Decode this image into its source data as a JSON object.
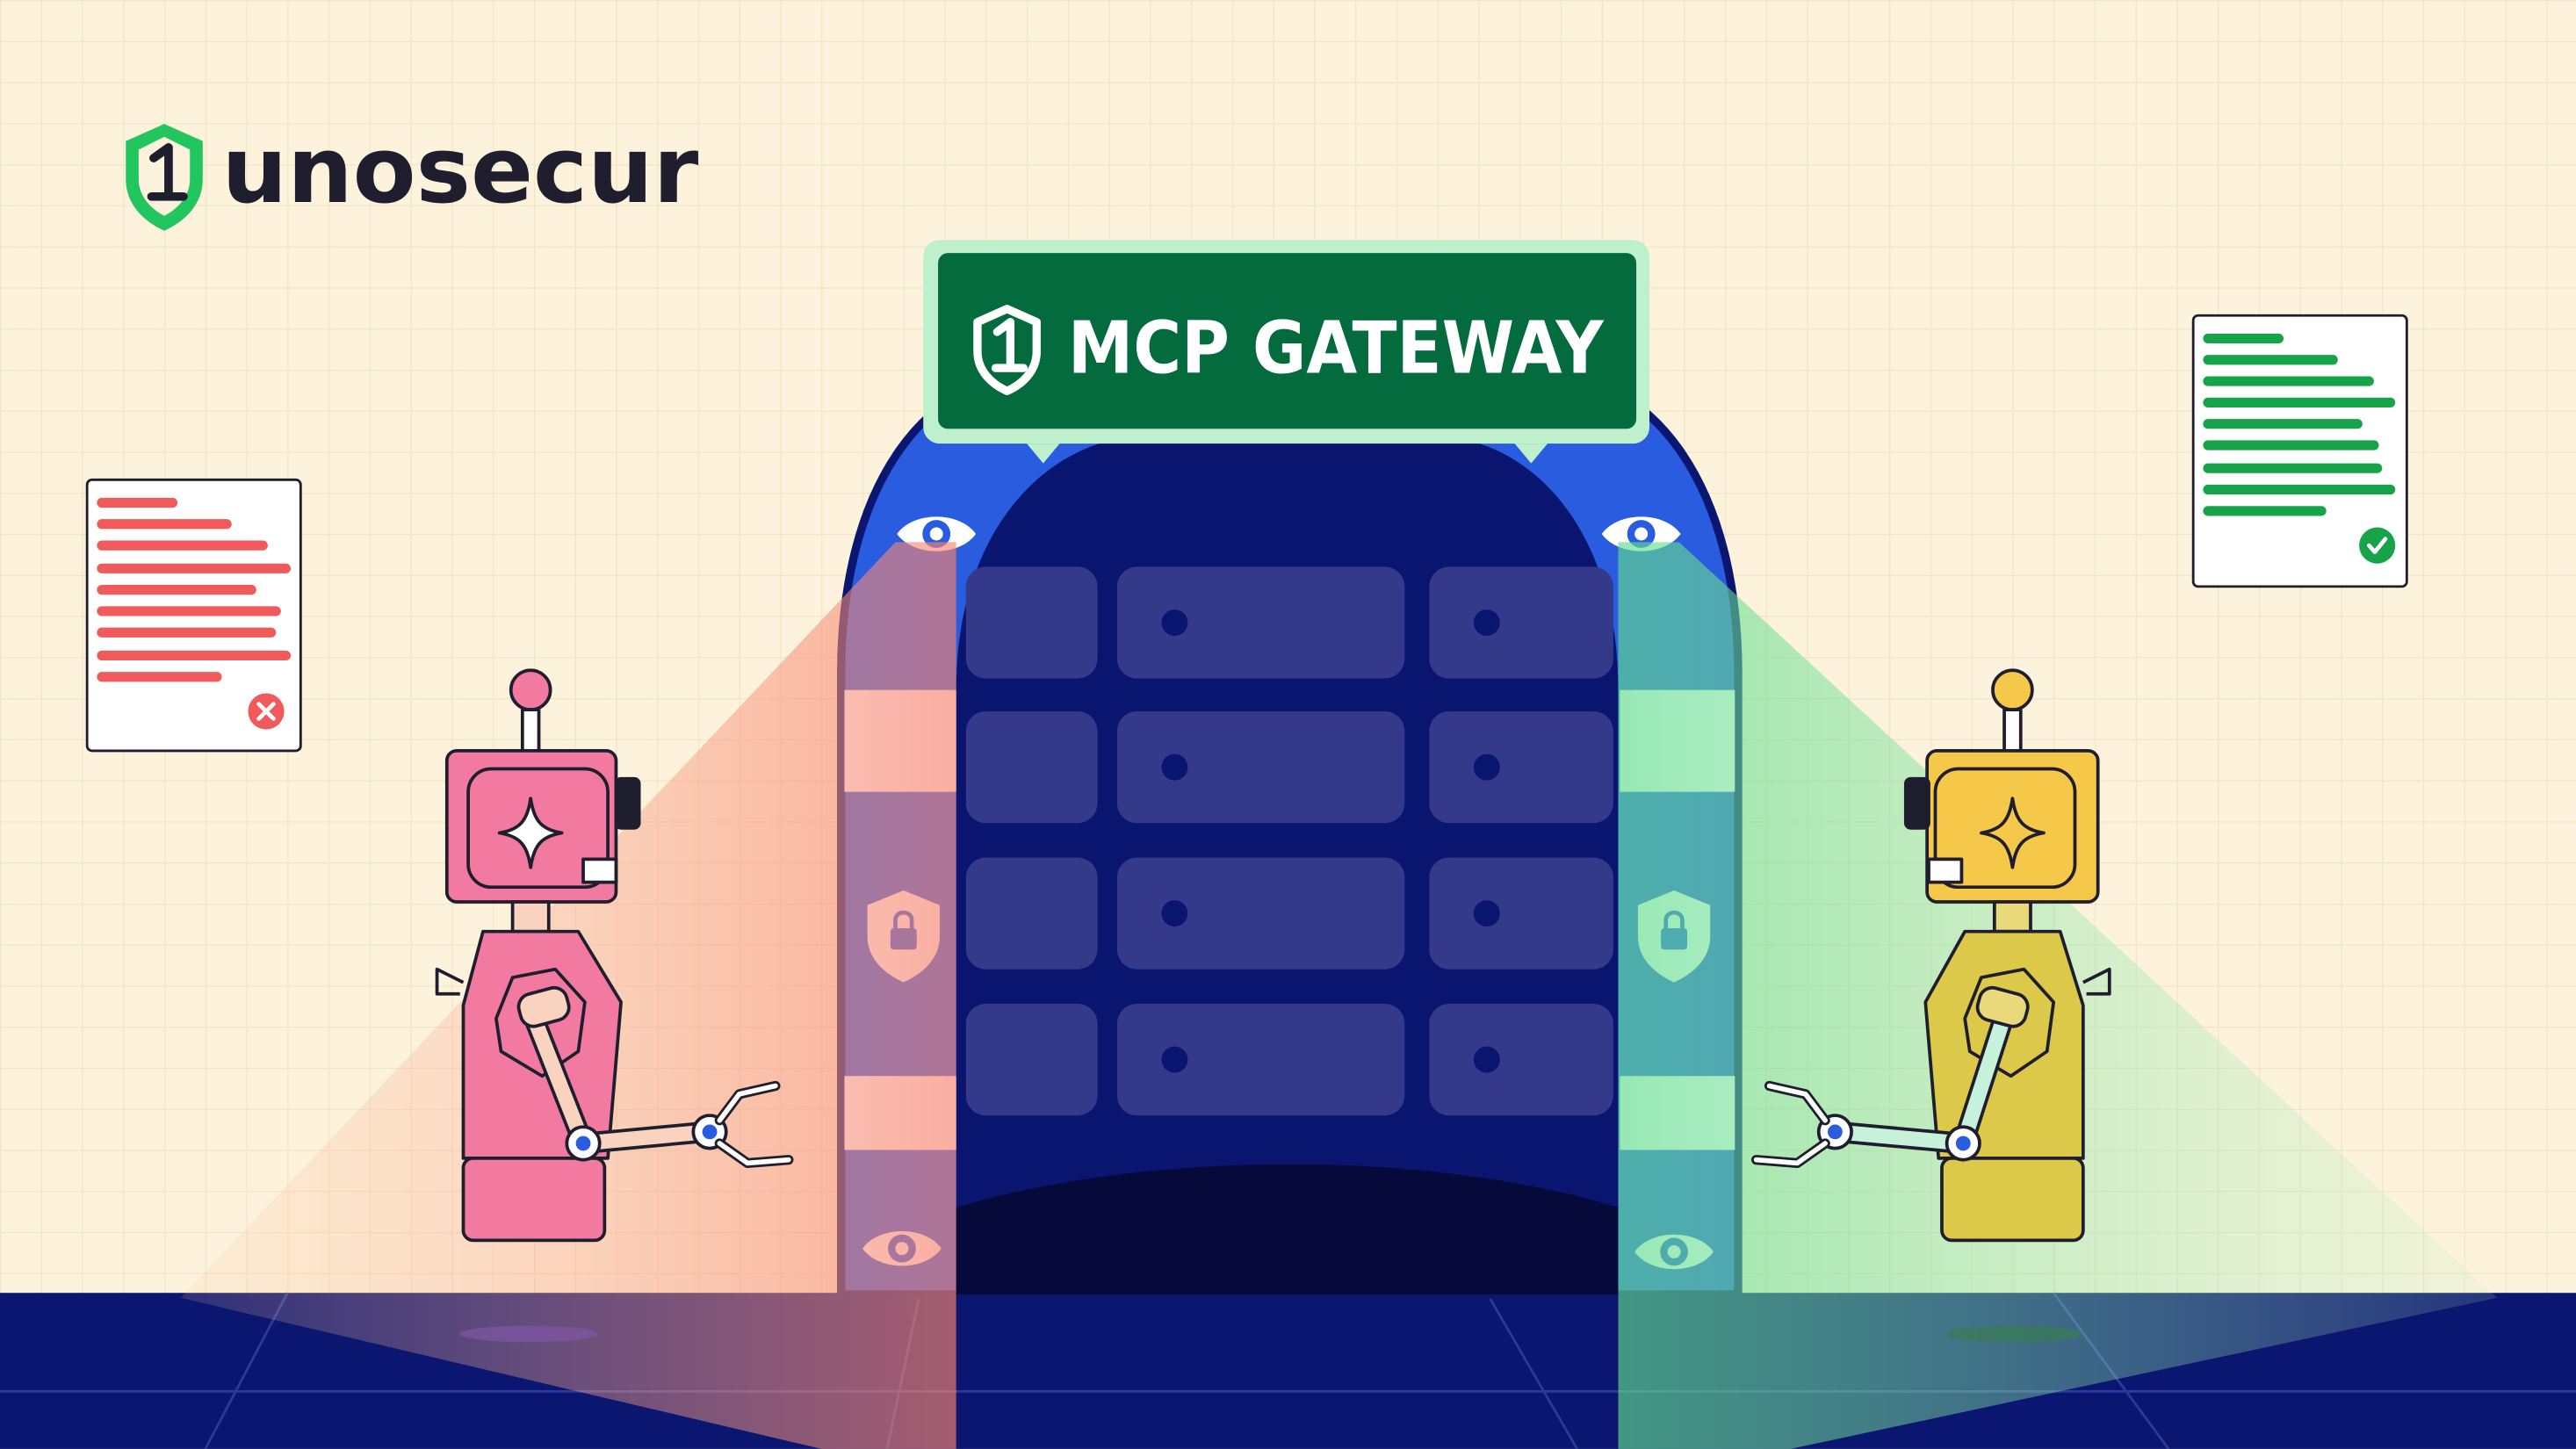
{
  "brand": {
    "name": "unosecur",
    "logo_icon": "shield-one-icon",
    "color": "#22c55e"
  },
  "sign": {
    "title": "MCP GATEWAY",
    "icon": "shield-one-icon",
    "background": "#036b3e",
    "border": "#bff0cd"
  },
  "documents": [
    {
      "status": "rejected",
      "status_icon": "x-circle-icon",
      "line_color": "#f05a5a"
    },
    {
      "status": "approved",
      "status_icon": "check-circle-icon",
      "line_color": "#16a34a"
    }
  ],
  "robots": [
    {
      "side": "left",
      "color": "#f27aa0",
      "beam_color": "#f9a08a"
    },
    {
      "side": "right",
      "color": "#dcc94a",
      "beam_color": "#7fe3a0"
    }
  ],
  "gateway": {
    "frame_color": "#2a5ce0",
    "inner_color": "#0a1570",
    "icons": [
      "eye-icon",
      "shield-lock-icon",
      "eye-icon"
    ]
  },
  "colors": {
    "background": "#fdf3dc",
    "grid": "#f1e3c3",
    "floor": "#0b1670"
  }
}
